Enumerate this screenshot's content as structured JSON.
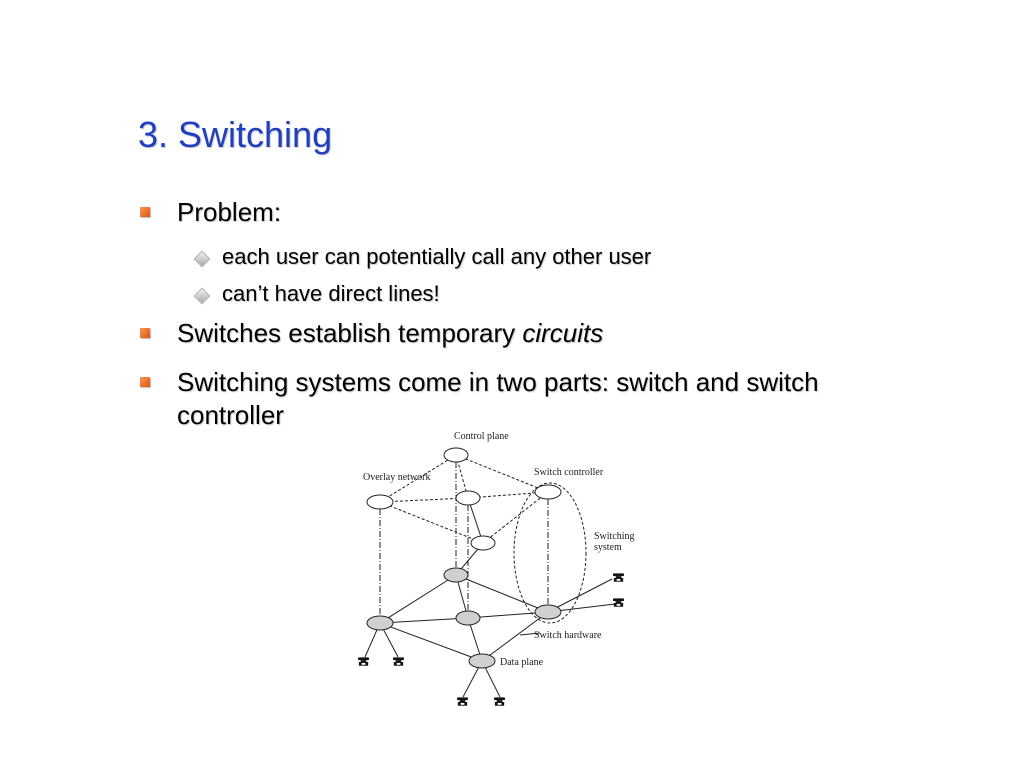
{
  "slide": {
    "title": "3. Switching",
    "bullets": [
      {
        "text": "Problem:"
      },
      {
        "text": "Switches establish temporary ",
        "emph": "circuits"
      },
      {
        "text": "Switching systems come in two parts: switch and switch",
        "text2": "controller"
      }
    ],
    "subbullets": [
      "each user can potentially call any other user",
      "can’t have direct lines!"
    ]
  },
  "diagram": {
    "labels": {
      "control_plane": "Control plane",
      "overlay_network": "Overlay network",
      "switch_controller": "Switch controller",
      "switching_system": "Switching",
      "switching_system_2": "system",
      "switch_hardware": "Switch hardware",
      "data_plane": "Data plane"
    },
    "icons": [
      "telephone-icon"
    ]
  },
  "colors": {
    "title": "#1f3fbf",
    "bullet": "#e8621e"
  }
}
